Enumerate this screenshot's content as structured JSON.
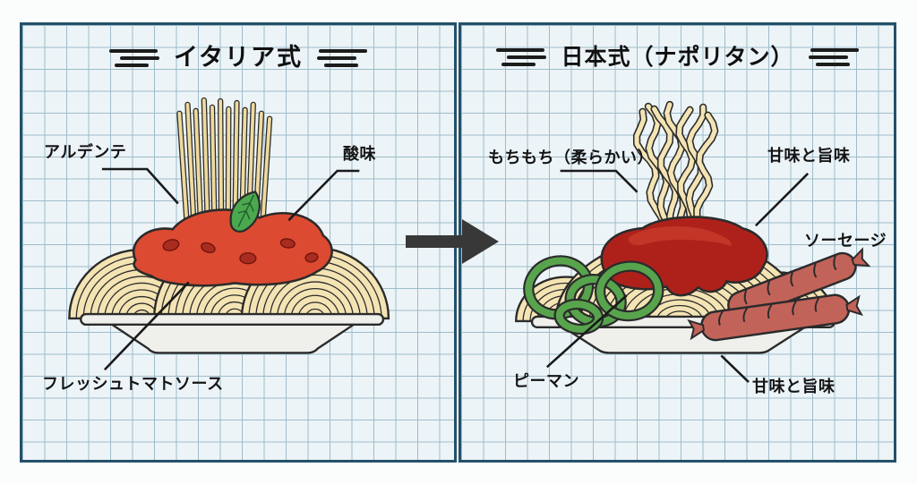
{
  "figure": {
    "left_panel": {
      "title": "イタリア式",
      "labels": {
        "al_dente": "アルデンテ",
        "acidity": "酸味",
        "fresh_tomato_sauce": "フレッシュトマトソース"
      }
    },
    "right_panel": {
      "title": "日本式（ナポリタン）",
      "labels": {
        "mochimochi_soft": "もちもち（柔らかい）",
        "sweet_and_umami_top": "甘味と旨味",
        "sausage": "ソーセージ",
        "green_pepper": "ピーマン",
        "sweet_and_umami_bottom": "甘味と旨味"
      }
    },
    "arrow_icon": "right-arrow",
    "colors": {
      "outline": "#2b2b2b",
      "pasta": "#f4e4b4",
      "pasta_dry": "#eeda9e",
      "tomato_sauce": "#dc4a31",
      "sauce_chunk": "#a92c20",
      "ketchup": "#ae211b",
      "ketchup_hi": "#c23527",
      "basil": "#4ba84f",
      "pepper": "#57a44d",
      "sausage": "#c2635a",
      "plate": "#efefec",
      "arrow": "#383838",
      "panel_border": "#24506a",
      "grid_bg": "#edf4f7",
      "grid_line": "#9dbccb",
      "text": "#141414"
    }
  }
}
